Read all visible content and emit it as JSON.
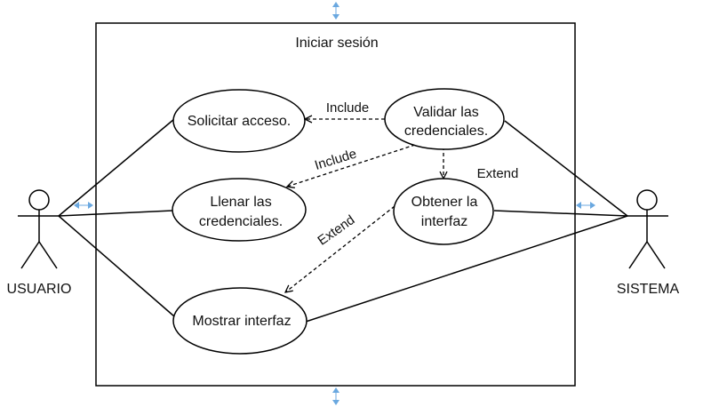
{
  "system": {
    "title": "Iniciar sesión"
  },
  "actors": {
    "left": "USUARIO",
    "right": "SISTEMA"
  },
  "use_cases": {
    "solicitar": "Solicitar acceso.",
    "validar_1": "Validar las",
    "validar_2": "credenciales.",
    "llenar_1": "Llenar las",
    "llenar_2": "credenciales.",
    "obtener_1": "Obtener la",
    "obtener_2": "interfaz",
    "mostrar": "Mostrar interfaz"
  },
  "relations": {
    "include_1": "Include",
    "include_2": "Include",
    "extend_1": "Extend",
    "extend_2": "Extend"
  },
  "colors": {
    "line": "#000000",
    "selection_handle": "#6aa8e0"
  }
}
